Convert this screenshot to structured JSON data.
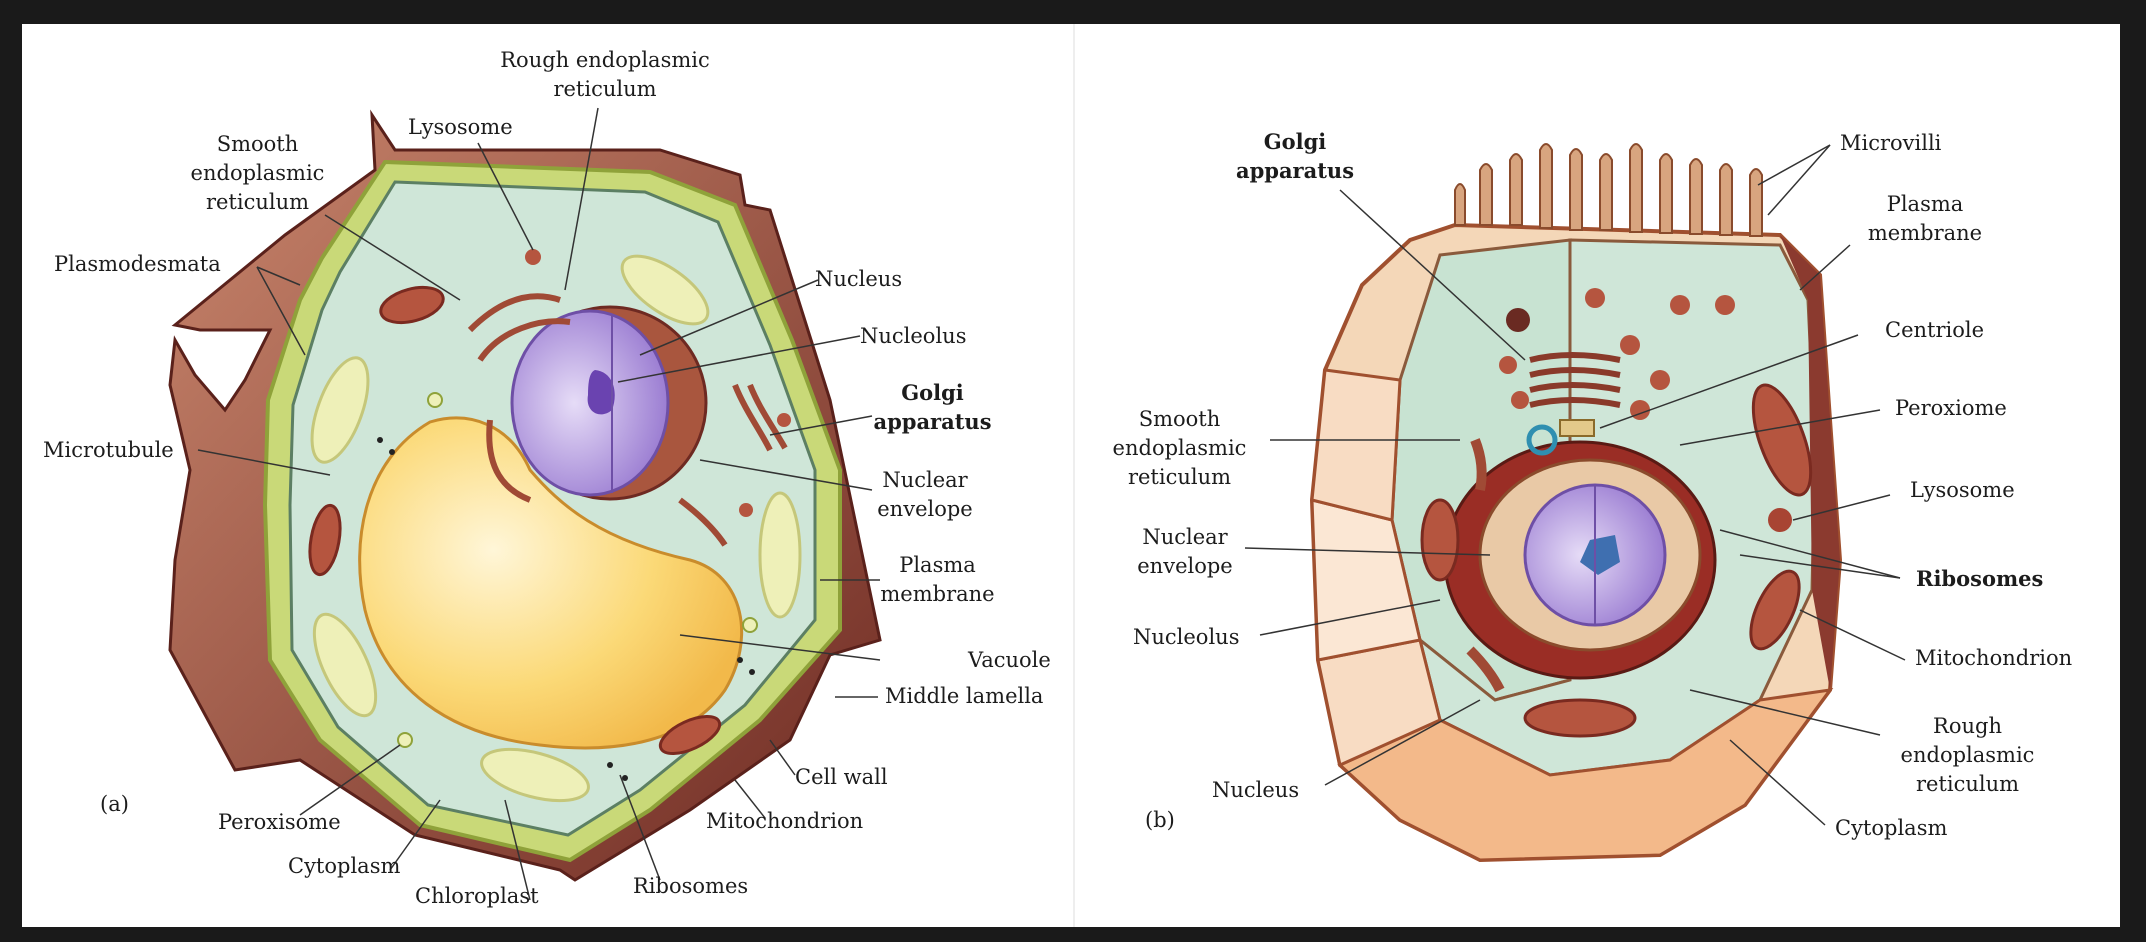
{
  "plant": {
    "panel_tag": "(a)",
    "labels": {
      "rough_er": "Rough endoplasmic\nreticulum",
      "lysosome": "Lysosome",
      "smooth_er": "Smooth\nendoplasmic\nreticulum",
      "plasmodesmata": "Plasmodesmata",
      "microtubule": "Microtubule",
      "nucleus": "Nucleus",
      "nucleolus": "Nucleolus",
      "golgi": "Golgi\napparatus",
      "nuclear_envelope": "Nuclear\nenvelope",
      "plasma_membrane": "Plasma\nmembrane",
      "vacuole": "Vacuole",
      "middle_lamella": "Middle lamella",
      "cell_wall": "Cell wall",
      "mitochondrion": "Mitochondrion",
      "ribosomes": "Ribosomes",
      "chloroplast": "Chloroplast",
      "cytoplasm": "Cytoplasm",
      "peroxisome": "Peroxisome"
    }
  },
  "animal": {
    "panel_tag": "(b)",
    "labels": {
      "golgi": "Golgi\napparatus",
      "microvilli": "Microvilli",
      "plasma_membrane": "Plasma\nmembrane",
      "centriole": "Centriole",
      "peroxiome": "Peroxiome",
      "lysosome": "Lysosome",
      "ribosomes": "Ribosomes",
      "mitochondrion": "Mitochondrion",
      "rough_er": "Rough\nendoplasmic\nreticulum",
      "cytoplasm": "Cytoplasm",
      "nucleus": "Nucleus",
      "nucleolus": "Nucleolus",
      "nuclear_envelope": "Nuclear\nenvelope",
      "smooth_er": "Smooth\nendoplasmic\nreticulum"
    }
  },
  "colors": {
    "background": "#1a1a1a",
    "panel": "#ffffff",
    "cell_wall_brown": "#8b3a2f",
    "cell_wall_green": "#c9d978",
    "cytoplasm": "#cfe6d8",
    "vacuole": "#f7cf66",
    "nucleus": "#b9a0dd",
    "mitochondrion": "#b5553f",
    "chloroplast": "#eef0b8",
    "animal_membrane": "#a0502f",
    "animal_cytoplasm": "#c8e3d2"
  }
}
